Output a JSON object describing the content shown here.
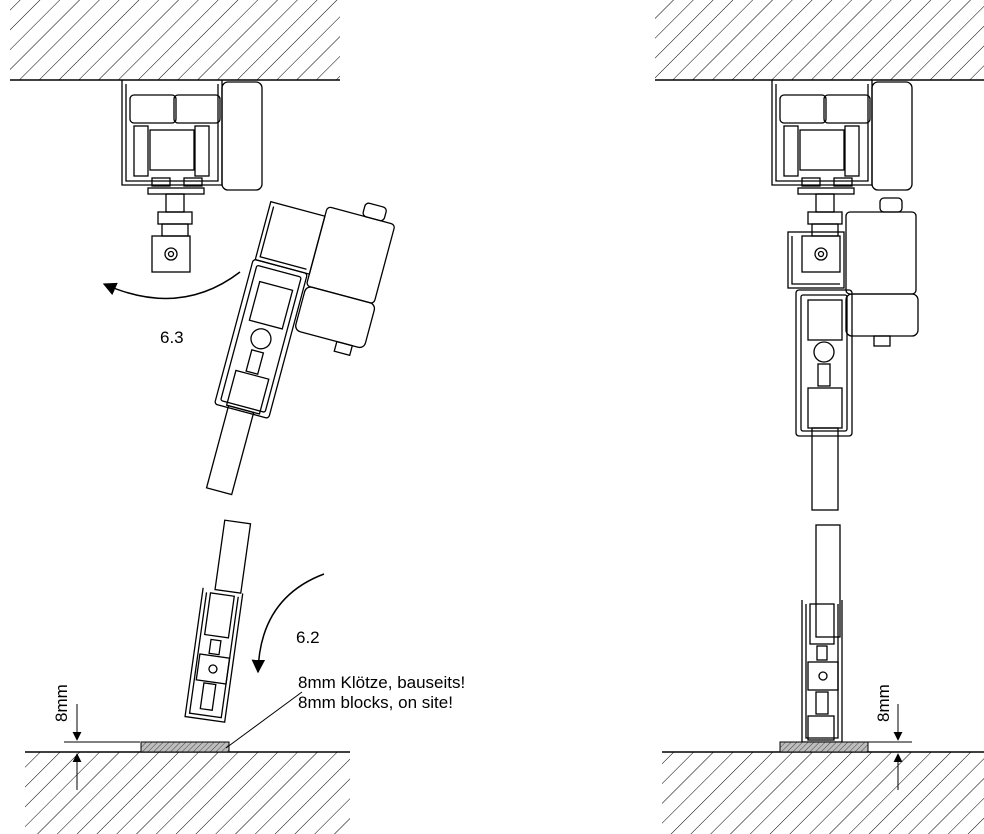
{
  "diagram": {
    "labels": {
      "step_tilt": "6.3",
      "step_lower": "6.2",
      "gap_left": "8mm",
      "gap_right": "8mm",
      "note_de": "8mm Klötze, bauseits!",
      "note_en": "8mm blocks, on site!"
    },
    "colors": {
      "line": "#000000",
      "block_fill": "#9a9a9a"
    }
  }
}
